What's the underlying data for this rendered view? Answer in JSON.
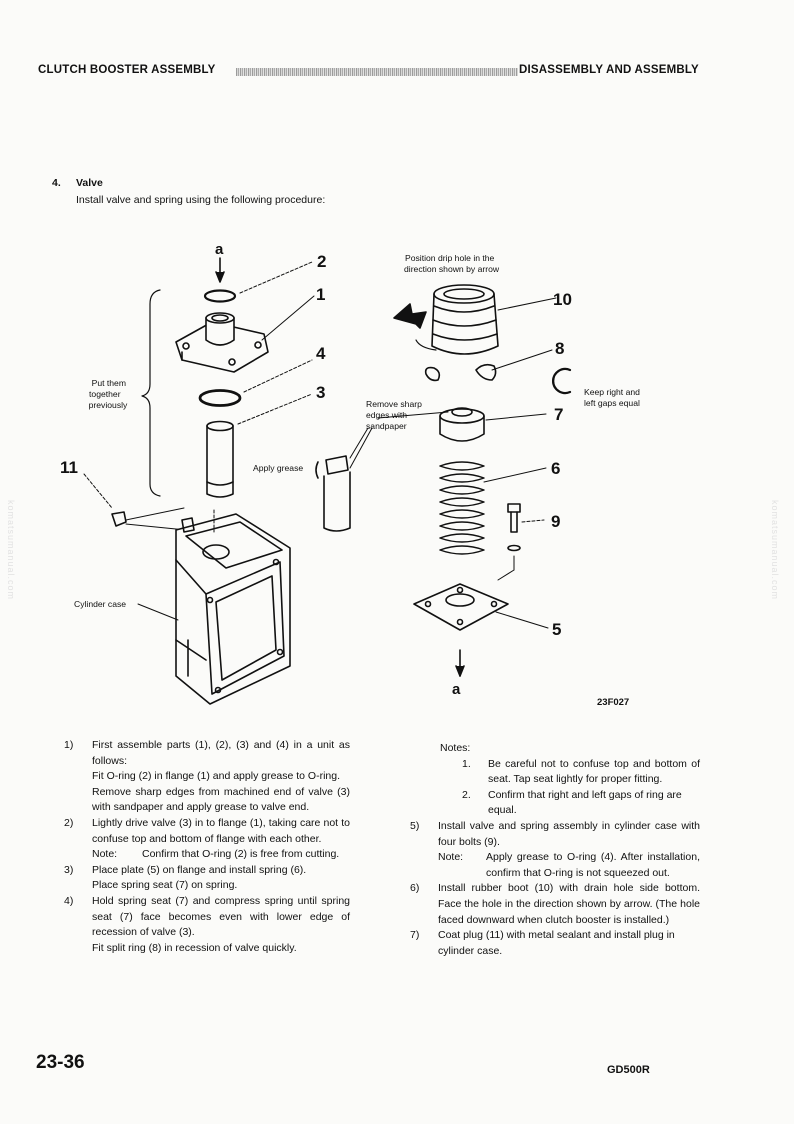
{
  "header": {
    "left": "CLUTCH BOOSTER ASSEMBLY",
    "right": "DISASSEMBLY AND ASSEMBLY"
  },
  "section": {
    "number": "4.",
    "title": "Valve",
    "intro": "Install valve and spring using the following procedure:"
  },
  "figure": {
    "part_numbers": {
      "p1": "1",
      "p2": "2",
      "p3": "3",
      "p4": "4",
      "p5": "5",
      "p6": "6",
      "p7": "7",
      "p8": "8",
      "p9": "9",
      "p10": "10",
      "p11": "11"
    },
    "view_marker_top": "a",
    "view_marker_bottom": "a",
    "put_together": [
      "Put them",
      "together",
      "previously"
    ],
    "apply_grease": "Apply grease",
    "cylinder_case": "Cylinder case",
    "remove_sharp": [
      "Remove sharp",
      "edges with",
      "sandpaper"
    ],
    "position_drip": [
      "Position drip hole in the",
      "direction shown by arrow"
    ],
    "keep_gaps": [
      "Keep right and",
      "left gaps equal"
    ],
    "figure_code": "23F027"
  },
  "left_column": {
    "s1": {
      "num": "1)",
      "lines": "First assemble parts (1), (2), (3) and (4) in a unit as follows:",
      "a": "Fit O-ring (2) in flange (1) and apply grease to O-ring.",
      "b": "Remove sharp edges from machined end of valve (3) with sandpaper and apply grease to valve end."
    },
    "s2": {
      "num": "2)",
      "text": "Lightly drive valve (3) in to flange (1), taking care not to confuse top and bottom of flange with each other.",
      "note_key": "Note:",
      "note": "Confirm that O-ring (2) is free from cutting."
    },
    "s3": {
      "num": "3)",
      "text": "Place plate (5) on flange and install spring (6).",
      "b": "Place spring seat (7) on spring."
    },
    "s4": {
      "num": "4)",
      "text": "Hold spring seat (7) and compress spring until spring seat (7) face becomes even with lower edge of recession of valve (3).",
      "b": "Fit split ring (8) in recession of valve quickly."
    }
  },
  "right_column": {
    "notes_head": "Notes:",
    "n1": {
      "num": "1.",
      "text": "Be careful not to confuse top and bottom of seat. Tap seat lightly for proper fitting."
    },
    "n2": {
      "num": "2.",
      "text": "Confirm that right and left gaps of ring are equal."
    },
    "s5": {
      "num": "5)",
      "text": "Install valve and spring assembly in cylinder case with four bolts (9).",
      "note_key": "Note:",
      "note": "Apply grease to O-ring (4). After installation, confirm that O-ring is not squeezed out."
    },
    "s6": {
      "num": "6)",
      "text": "Install rubber boot (10) with drain hole side bottom. Face the hole in the direction shown by arrow. (The hole faced downward when clutch booster is installed.)"
    },
    "s7": {
      "num": "7)",
      "text": "Coat plug (11) with metal sealant and install plug in cylinder case."
    }
  },
  "footer": {
    "page": "23-36",
    "model": "GD500R"
  },
  "watermark": "komatsumanual.com"
}
